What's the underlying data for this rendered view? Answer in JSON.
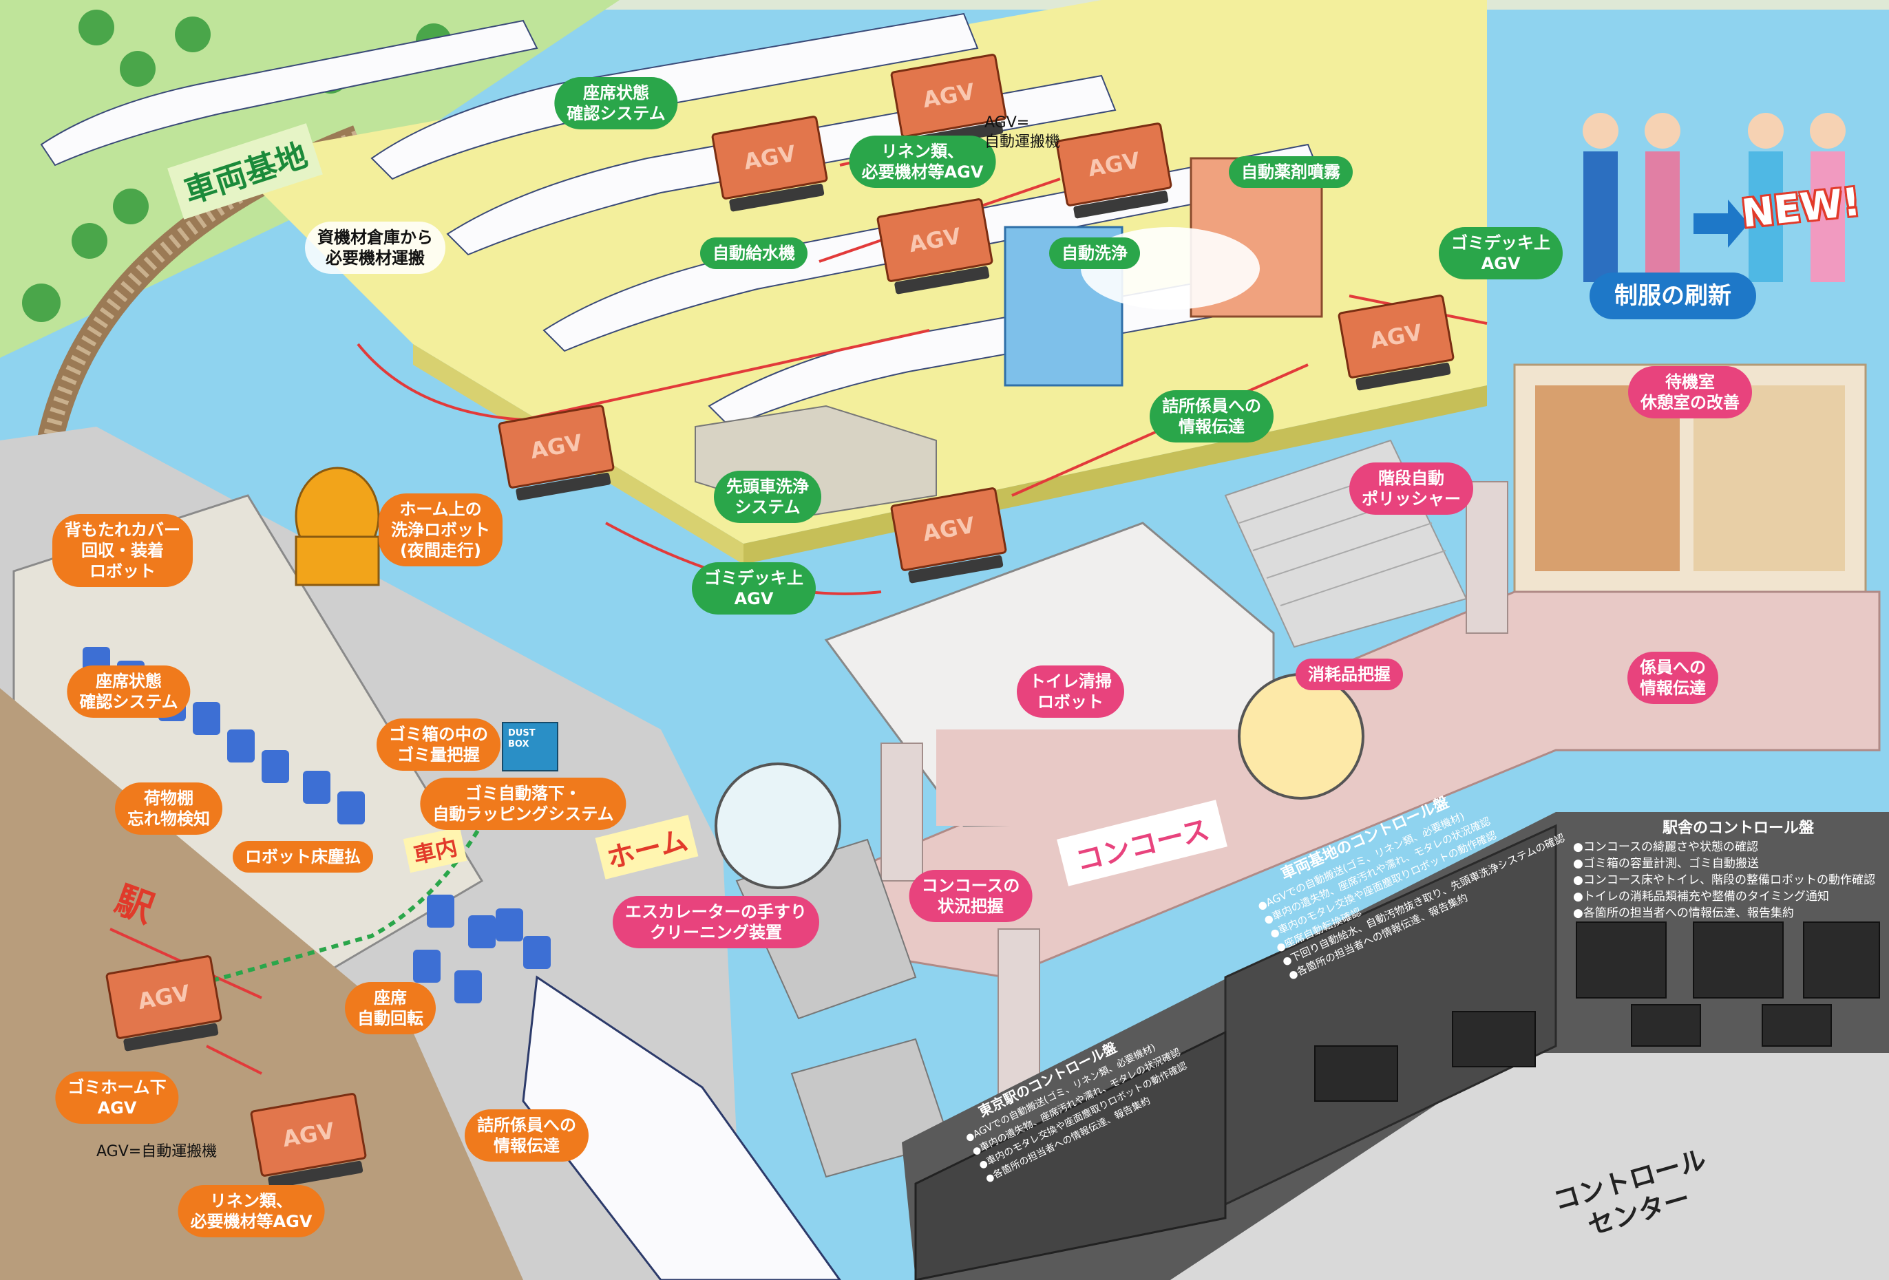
{
  "labels": {
    "yard_area": "車両基地",
    "station_area": "駅",
    "platform_area": "ホーム",
    "car_interior": "車内",
    "concourse_area": "コンコース",
    "control_center": "コントロール\nセンター",
    "seat_status_yard": "座席状態\n確認システム",
    "agv_def_top": "AGV=\n自動運搬機",
    "linen_agv_top": "リネン類、\n必要機材等AGV",
    "auto_spray": "自動薬剤噴霧",
    "warehouse": "資機材倉庫から\n必要機材運搬",
    "auto_water": "自動給水機",
    "auto_wash": "自動洗浄",
    "garbage_deck_agv_right": "ゴミデッキ上\nAGV",
    "staff_info_yard": "詰所係員への\n情報伝達",
    "lead_car_wash": "先頭車洗浄\nシステム",
    "garbage_deck_agv_bottom": "ゴミデッキ上\nAGV",
    "uniform_new": "NEW!",
    "uniform_renewal": "制服の刷新",
    "waiting_room": "待機室\n休憩室の改善",
    "stair_polisher": "階段自動\nポリッシャー",
    "seat_cover_robot": "背もたれカバー\n回収・装着\nロボット",
    "platform_cleaning_robot": "ホーム上の\n洗浄ロボット\n(夜間走行)",
    "seat_status_car": "座席状態\n確認システム",
    "garbage_amount": "ゴミ箱の中の\nゴミ量把握",
    "garbage_auto_drop": "ゴミ自動落下・\n自動ラッピングシステム",
    "luggage_rack": "荷物棚\n忘れ物検知",
    "floor_robot": "ロボット床塵払",
    "toilet_robot": "トイレ清掃\nロボット",
    "consumables": "消耗品把握",
    "staff_info_station": "係員への\n情報伝達",
    "concourse_status": "コンコースの\n状況把握",
    "escalator_cleaner": "エスカレーターの手すり\nクリーニング装置",
    "seat_rotate": "座席\n自動回転",
    "garbage_platform_agv": "ゴミホーム下\nAGV",
    "staff_info_platform": "詰所係員への\n情報伝達",
    "agv_def_bottom": "AGV=自動運搬機",
    "linen_agv_bottom": "リネン類、\n必要機材等AGV",
    "dust_box": "DUST\nBOX",
    "agv_stencil": "AGV"
  },
  "control_panels": {
    "station_building": {
      "title": "駅舎のコントロール盤",
      "items": [
        "●コンコースの綺麗さや状態の確認",
        "●ゴミ箱の容量計測、ゴミ自動搬送",
        "●コンコース床やトイレ、階段の整備ロボットの動作確認",
        "●トイレの消耗品類補充や整備のタイミング通知",
        "●各箇所の担当者への情報伝達、報告集約"
      ]
    },
    "yard": {
      "title": "車両基地のコントロール盤",
      "items": [
        "●AGVでの自動搬送(ゴミ、リネン類、必要機材)",
        "●車内の遺失物、座席汚れや濡れ、モタレの状況確認",
        "●車内のモタレ交換や座面塵取りロボットの動作確認",
        "●座席自動転換確認",
        "●下回り自動給水、自動汚物抜き取り、先頭車洗浄システムの確認",
        "●各箇所の担当者への情報伝達、報告集約"
      ]
    },
    "tokyo_station": {
      "title": "東京駅のコントロール盤",
      "items": [
        "●AGVでの自動搬送(ゴミ、リネン類、必要機材)",
        "●車内の遺失物、座席汚れや濡れ、モタレの状況確認",
        "●車内のモタレ交換や座面塵取りロボットの動作確認",
        "●各箇所の担当者への情報伝達、報告集約"
      ]
    }
  },
  "colors": {
    "water": "#8fd3ef",
    "yard_floor": "#f3ef9c",
    "concourse": "#e8c9c6",
    "control_room": "#5a5a5a",
    "green_label": "#2aa64a",
    "orange_label": "#f07a1c",
    "pink_label": "#e8437d",
    "blue_label": "#1e78c8",
    "agv_body": "#e2764c",
    "rail_arrow": "#e23a3a"
  }
}
